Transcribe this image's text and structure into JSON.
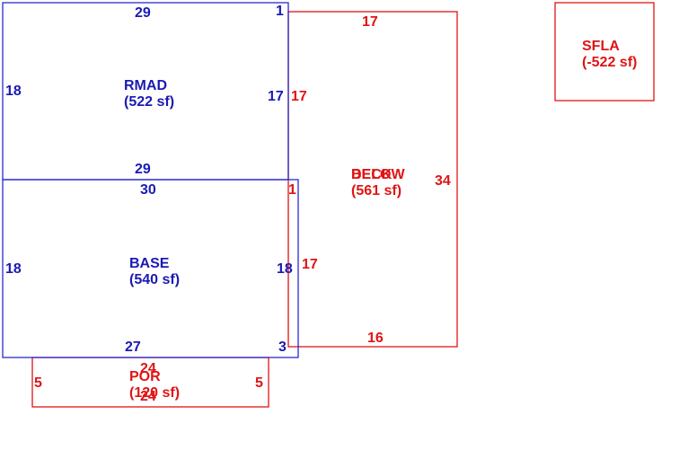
{
  "colors": {
    "blue": "#1a1ab4",
    "red": "#e01414"
  },
  "areas": {
    "rmad": {
      "name": "RMAD",
      "area": "(522 sf)"
    },
    "base": {
      "name": "BASE",
      "area": "(540 sf)"
    },
    "deck": {
      "name": "DECK",
      "name_overlap": "BELOW",
      "area": "(561 sf)"
    },
    "por": {
      "name": "POR",
      "area": "(120 sf)"
    },
    "sfla": {
      "name": "SFLA",
      "area": "(-522 sf)"
    }
  },
  "dimensions": {
    "rmad_top": "29",
    "rmad_left": "18",
    "rmad_right": "17",
    "rmad_bottom": "29",
    "rmad_corner": "1",
    "base_top": "30",
    "base_left": "18",
    "base_right": "18",
    "base_bottom": "27",
    "base_corner_top": "1",
    "base_corner_bottom": "3",
    "deck_top": "17",
    "deck_right": "34",
    "deck_bottom": "16",
    "deck_left_upper": "17",
    "deck_left_lower": "17",
    "por_top": "24",
    "por_bottom": "24",
    "por_left": "5",
    "por_right": "5"
  }
}
